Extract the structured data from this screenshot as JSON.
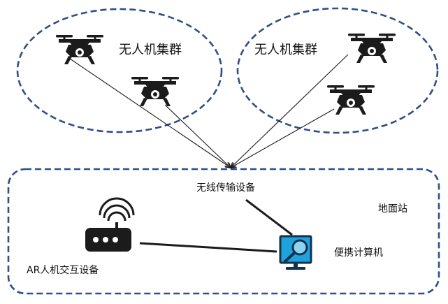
{
  "clusters": [
    {
      "label": "无人机集群"
    },
    {
      "label": "无人机集群"
    }
  ],
  "wireless": {
    "label": "无线传输设备"
  },
  "ground": {
    "label": "地面站"
  },
  "laptop": {
    "label": "便携计算机"
  },
  "ar": {
    "label": "AR人机交互设备"
  },
  "colors": {
    "boundary": "#2f4f86",
    "ink": "#1b1b1b",
    "screen_fill": "#1fa3dc",
    "screen_border": "#14324c"
  },
  "icons": {
    "uav": "drone-icon",
    "ar_device": "router-icon",
    "computer": "computer-monitor-icon"
  }
}
